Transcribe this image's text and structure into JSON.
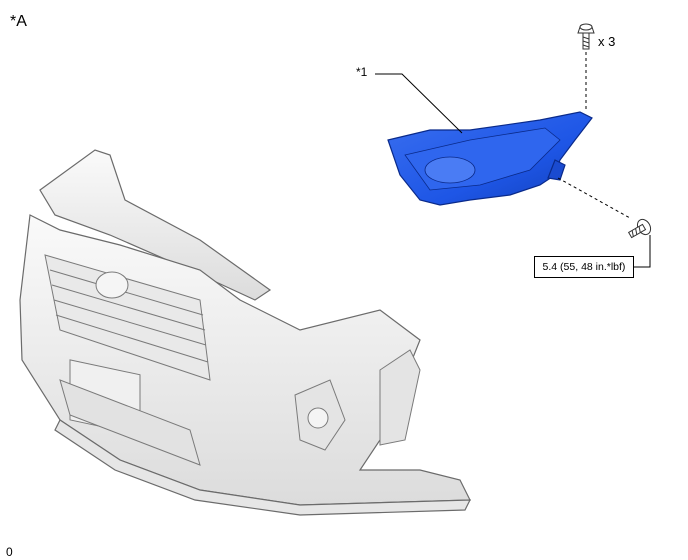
{
  "view_label": "*A",
  "callout": "*1",
  "fastener_qty": "x 3",
  "torque_spec": "5.4 (55, 48 in.*lbf)",
  "figure_id": "0",
  "colors": {
    "headlamp": "#1e56e6",
    "bumper": "#f2f2f2",
    "outline": "#6b6b6b"
  }
}
